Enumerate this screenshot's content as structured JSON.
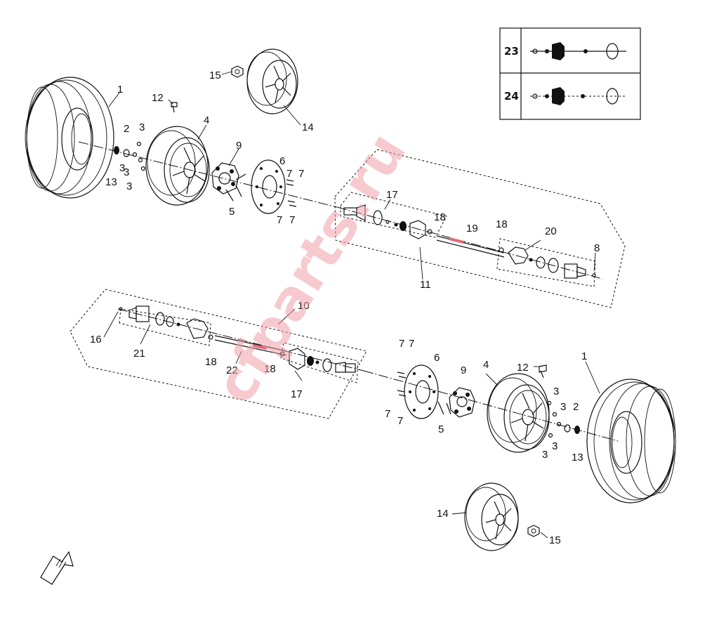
{
  "watermark": "cfparts.ru",
  "legend": {
    "rows": [
      {
        "num": "23",
        "style": "solid"
      },
      {
        "num": "24",
        "style": "dashed"
      }
    ]
  },
  "callouts": {
    "n1": "1",
    "n2": "2",
    "n3": "3",
    "n4": "4",
    "n5": "5",
    "n6": "6",
    "n7": "7",
    "n8": "8",
    "n9": "9",
    "n10": "10",
    "n11": "11",
    "n12": "12",
    "n13": "13",
    "n14": "14",
    "n15": "15",
    "n16": "16",
    "n17": "17",
    "n18": "18",
    "n19": "19",
    "n20": "20",
    "n21": "21",
    "n22": "22"
  },
  "icons": {
    "direction": "front-direction-arrow-icon"
  }
}
